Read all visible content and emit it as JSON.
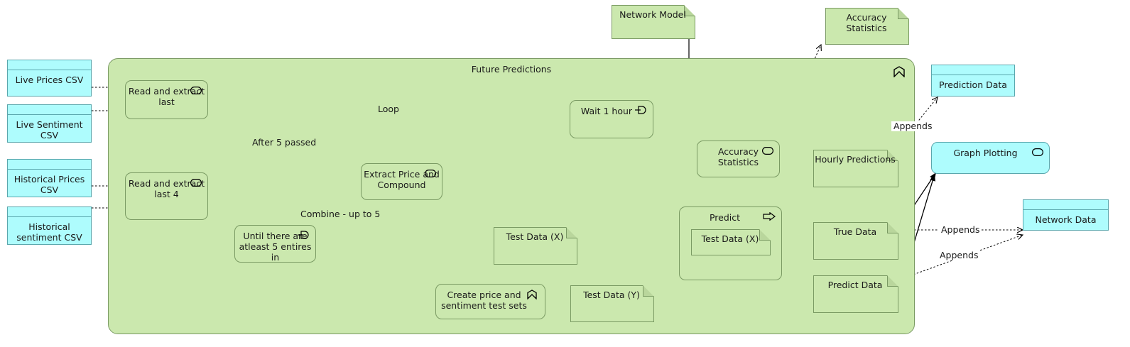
{
  "diagram": {
    "kind": "uml-activity-diagram",
    "colors": {
      "frame_fill": "#cbe8ae",
      "frame_stroke": "#7a9a63",
      "artifact_fill": "#cbe8ae",
      "node_fill": "#aefcfd",
      "node_stroke": "#5aa7ad",
      "edge_stroke": "#000000",
      "text": "#1a1a1a",
      "background": "#ffffff"
    }
  },
  "frame": {
    "title": "Future Predictions",
    "adornment_icon": "structured-activity-chevron-icon"
  },
  "inputs": [
    {
      "id": "live-prices-csv",
      "label": "Live Prices CSV"
    },
    {
      "id": "live-sentiment-csv",
      "label": "Live Sentiment CSV"
    },
    {
      "id": "historical-prices-csv",
      "label": "Historical Prices CSV"
    },
    {
      "id": "historical-sentiment-csv",
      "label": "Historical sentiment CSV"
    }
  ],
  "actions": [
    {
      "id": "read-extract-last",
      "label": "Read and extract last",
      "adorn": "rounded-rectangle-icon"
    },
    {
      "id": "read-extract-last-4",
      "label": "Read and extract last 4",
      "adorn": "rounded-rectangle-icon"
    },
    {
      "id": "until-atleast-5",
      "label": "Until there are atleast 5 entires in",
      "adorn": "loop-node-icon"
    },
    {
      "id": "extract-price-compound",
      "label": "Extract Price and Compound",
      "adorn": "rounded-rectangle-icon"
    },
    {
      "id": "wait-1-hour",
      "label": "Wait 1 hour",
      "adorn": "loop-node-icon"
    },
    {
      "id": "create-test-sets",
      "label": "Create price and sentiment test sets",
      "adorn": "structured-activity-chevron-icon"
    },
    {
      "id": "accuracy-statistics-action",
      "label": "Accuracy Statistics",
      "adorn": "rounded-rectangle-icon"
    },
    {
      "id": "predict",
      "label": "Predict",
      "adorn": "send-signal-icon"
    },
    {
      "id": "graph-plotting",
      "label": "Graph Plotting",
      "adorn": "rounded-rectangle-icon"
    }
  ],
  "artifacts": [
    {
      "id": "network-model",
      "label": "Network Model"
    },
    {
      "id": "accuracy-statistics",
      "label": "Accuracy Statistics"
    },
    {
      "id": "test-data-x-outer",
      "label": "Test Data (X)"
    },
    {
      "id": "test-data-x-inner",
      "label": "Test Data (X)"
    },
    {
      "id": "test-data-y",
      "label": "Test Data (Y)"
    },
    {
      "id": "hourly-predictions",
      "label": "Hourly Predictions"
    },
    {
      "id": "true-data",
      "label": "True Data"
    },
    {
      "id": "predict-data",
      "label": "Predict Data"
    }
  ],
  "data_nodes": [
    {
      "id": "prediction-data",
      "label": "Prediction Data"
    },
    {
      "id": "network-data",
      "label": "Network Data"
    }
  ],
  "edge_labels": {
    "loop": "Loop",
    "after_5_passed": "After 5 passed",
    "combine_up_to_5": "Combine - up to 5",
    "appends_prediction": "Appends",
    "appends_true": "Appends",
    "appends_predict": "Appends"
  }
}
